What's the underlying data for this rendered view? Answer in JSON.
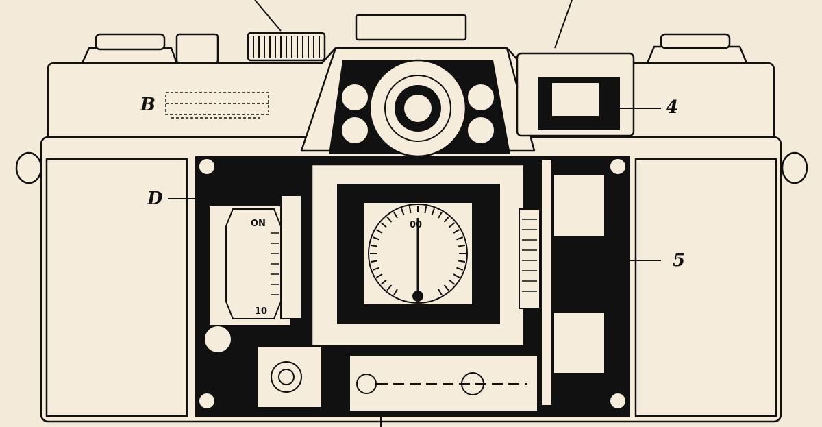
{
  "labels": {
    "b": "B",
    "d": "D",
    "four": "4",
    "five": "5"
  },
  "dial_markings": {
    "on": "ON",
    "ten": "10",
    "meter": "00"
  },
  "colors": {
    "paper": "#f3ead9",
    "ink": "#111111",
    "body": "#f5ecdb"
  }
}
